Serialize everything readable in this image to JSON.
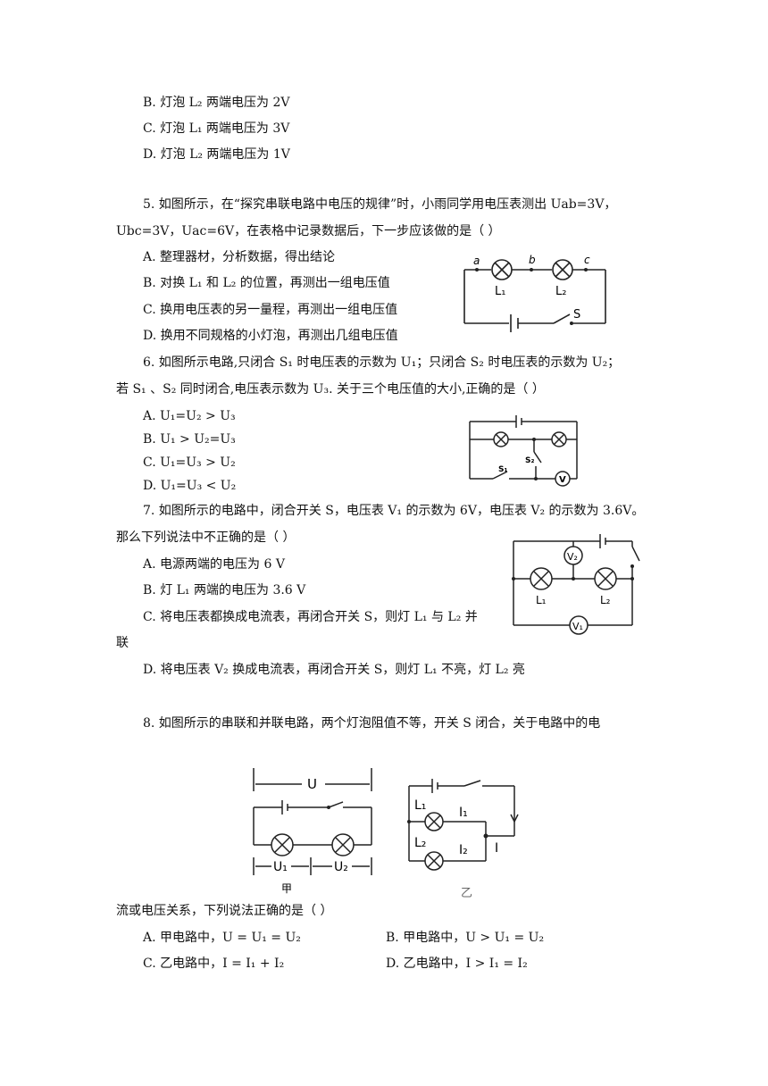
{
  "lines": {
    "l1": "B.  灯泡 L₂ 两端电压为 2V",
    "l2": "C.  灯泡 L₁ 两端电压为 3V",
    "l3": "D.  灯泡 L₂ 两端电压为 1V",
    "l4": "5.    如图所示，在“探究串联电路中电压的规律”时，小雨同学用电压表测出 Uab=3V，",
    "l5": "Ubc=3V，Uac=6V，在表格中记录数据后，下一步应该做的是（        ）",
    "l6": "A.  整理器材，分析数据，得出结论",
    "l7": "B.  对换 L₁ 和 L₂ 的位置，再测出一组电压值",
    "l8": "C.  换用电压表的另一量程，再测出一组电压值",
    "l9": "D.  换用不同规格的小灯泡，再测出几组电压值",
    "l10": "6.    如图所示电路,只闭合 S₁ 时电压表的示数为 U₁；只闭合 S₂ 时电压表的示数为 U₂；",
    "l11": "若 S₁ 、S₂ 同时闭合,电压表示数为 U₃. 关于三个电压值的大小,正确的是（    ）",
    "l12": "A.  U₁=U₂ > U₃",
    "l13": "B.  U₁ > U₂=U₃",
    "l14": "C.  U₁=U₃ > U₂",
    "l15": "D.  U₁=U₃ < U₂",
    "l16": "7.    如图所示的电路中，闭合开关 S，电压表 V₁ 的示数为 6V，电压表 V₂ 的示数为 3.6V。",
    "l17": "那么下列说法中不正确的是（        ）",
    "l18": "A.  电源两端的电压为 6 V",
    "l19": "B.  灯 L₁ 两端的电压为 3.6  V",
    "l20": "C.  将电压表都换成电流表，再闭合开关 S，则灯 L₁ 与 L₂ 并",
    "l21": "联",
    "l22": "D.  将电压表 V₂ 换成电流表，再闭合开关 S，则灯 L₁ 不亮，灯 L₂ 亮",
    "l23": "8.    如图所示的串联和并联电路，两个灯泡阻值不等，开关 S 闭合，关于电路中的电",
    "l24": "流或电压关系，下列说法正确的是（        ）",
    "l25a": "A.  甲电路中，U = U₁ = U₂",
    "l25b": "B.  甲电路中，U > U₁ = U₂",
    "l26a": "C.  乙电路中，I = I₁ + I₂",
    "l26b": "D.  乙电路中，I > I₁ = I₂"
  },
  "figures": {
    "fig5": {
      "a": "a",
      "b": "b",
      "c": "c",
      "L1": "L₁",
      "L2": "L₂",
      "S": "S"
    },
    "fig6": {
      "S1": "S₁",
      "S2": "S₂",
      "V": "V"
    },
    "fig7": {
      "V2": "V₂",
      "V1": "V₁",
      "L1": "L₁",
      "L2": "L₂"
    },
    "fig8a": {
      "U": "U",
      "U1": "U₁",
      "U2": "U₂",
      "caption": "甲"
    },
    "fig8b": {
      "L1": "L₁",
      "L2": "L₂",
      "I1": "I₁",
      "I2": "I₂",
      "I": "I",
      "caption": "乙"
    }
  }
}
